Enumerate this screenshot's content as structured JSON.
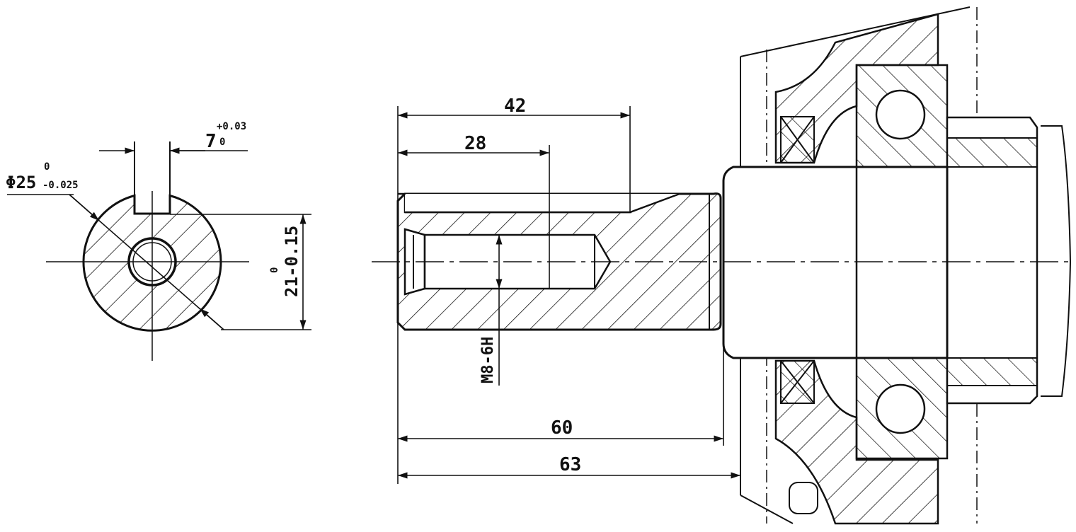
{
  "section_view": {
    "diameter_label": "Φ25",
    "diameter_upper_tol": "0",
    "diameter_lower_tol": "-0.025",
    "keyway_label": "7",
    "keyway_upper_tol": "+0.03",
    "keyway_lower_tol": "0",
    "height_label": "21-0.15",
    "height_upper_tol": "0"
  },
  "side_view": {
    "dim_42": "42",
    "dim_28": "28",
    "dim_60": "60",
    "dim_63": "63",
    "thread_label": "M8-6H"
  },
  "colors": {
    "line": "#111111",
    "background": "#ffffff"
  }
}
